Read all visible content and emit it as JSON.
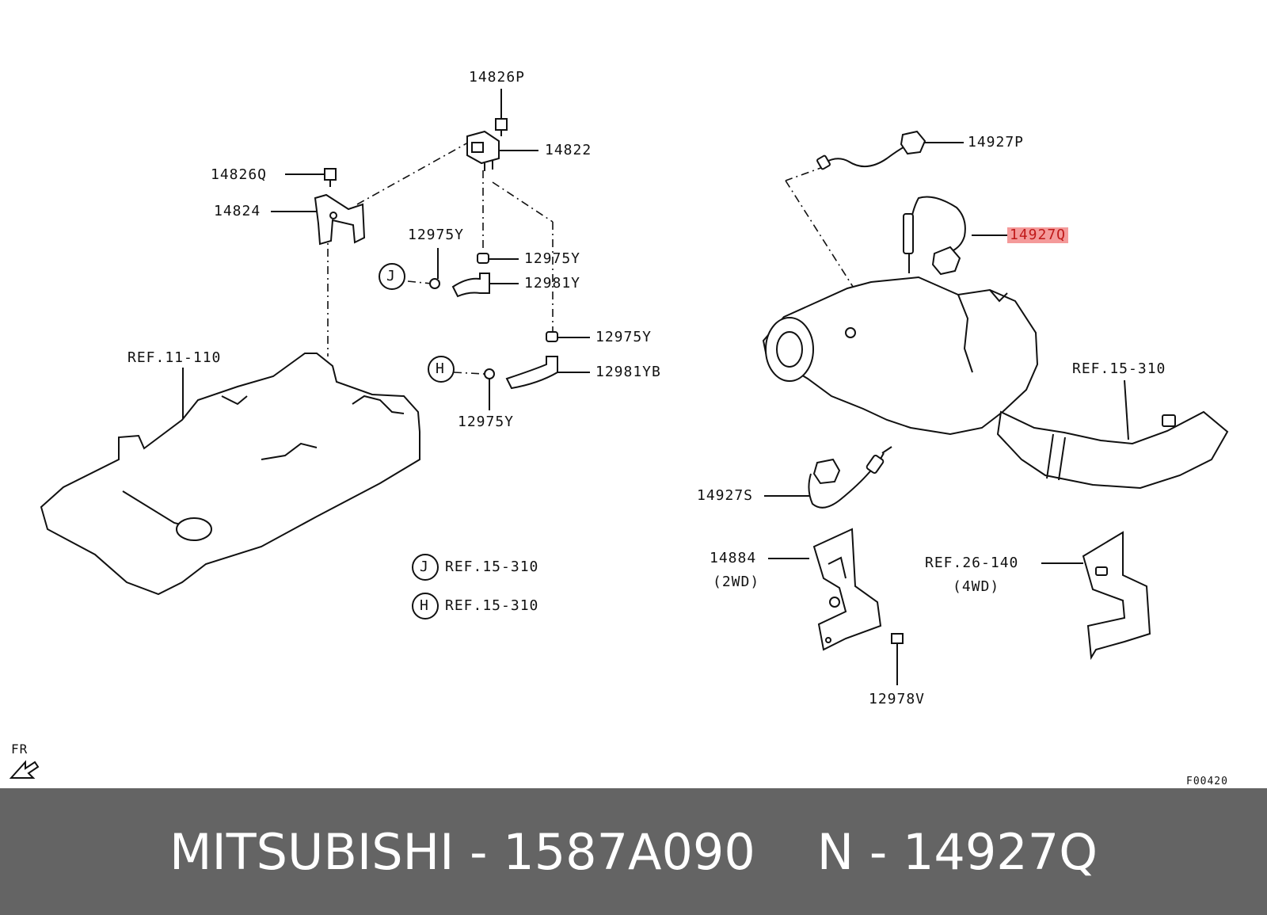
{
  "callouts": {
    "p14826P": "14826P",
    "p14822": "14822",
    "p14826Q": "14826Q",
    "p14824": "14824",
    "p12975Y_a": "12975Y",
    "p12975Y_b": "12975Y",
    "p12981Y": "12981Y",
    "p12975Y_c": "12975Y",
    "p12981YB": "12981YB",
    "p12975Y_d": "12975Y",
    "ref11110": "REF.11-110",
    "p14927P": "14927P",
    "p14927Q": "14927Q",
    "ref15310": "REF.15-310",
    "p14927S": "14927S",
    "p14884": "14884",
    "p14884_note": "(2WD)",
    "ref26140": "REF.26-140",
    "ref26140_note": "(4WD)",
    "p12978V": "12978V"
  },
  "circle_refs": {
    "j_letter": "J",
    "h_letter": "H",
    "legend_j_letter": "J",
    "legend_j_ref": "REF.15-310",
    "legend_h_letter": "H",
    "legend_h_ref": "REF.15-310"
  },
  "orientation_mark": "FR",
  "figure_code": "F00420",
  "highlight_color": "#f49a9a",
  "footer": {
    "brand_part": "MITSUBISHI - 1587A090",
    "ref_number": "N - 14927Q",
    "background": "#646464"
  }
}
